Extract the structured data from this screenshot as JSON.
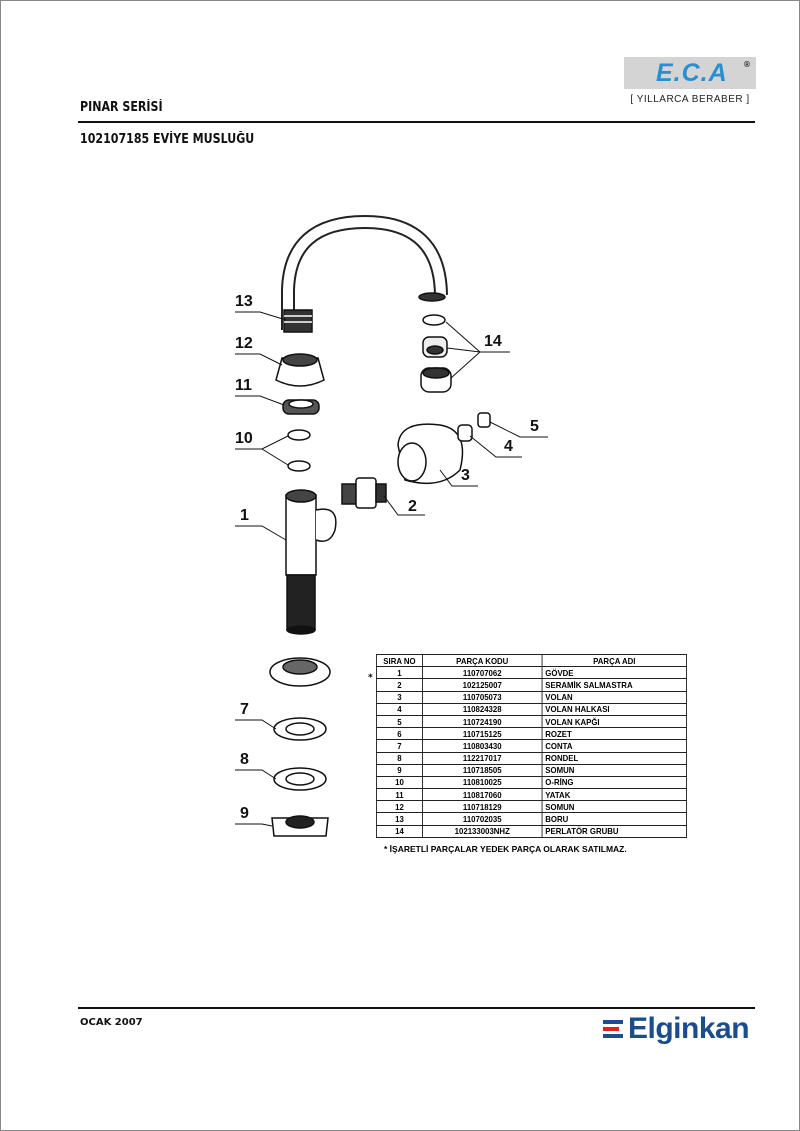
{
  "header": {
    "series": "PINAR SERİSİ",
    "title": "102107185 EVİYE MUSLUĞU",
    "logo": "E.C.A",
    "logo_slogan": "[ YILLARCA BERABER ]"
  },
  "callouts": [
    "1",
    "2",
    "3",
    "4",
    "5",
    "7",
    "8",
    "9",
    "10",
    "11",
    "12",
    "13",
    "14"
  ],
  "table": {
    "headers": [
      "SIRA NO",
      "PARÇA KODU",
      "PARÇA ADI"
    ],
    "marker": "*",
    "rows": [
      [
        "1",
        "110707062",
        "GÖVDE"
      ],
      [
        "2",
        "102125007",
        "SERAMİK SALMASTRA"
      ],
      [
        "3",
        "110705073",
        "VOLAN"
      ],
      [
        "4",
        "110824328",
        "VOLAN HALKASI"
      ],
      [
        "5",
        "110724190",
        "VOLAN KAPĞI"
      ],
      [
        "6",
        "110715125",
        "ROZET"
      ],
      [
        "7",
        "110803430",
        "CONTA"
      ],
      [
        "8",
        "112217017",
        "RONDEL"
      ],
      [
        "9",
        "110718505",
        "SOMUN"
      ],
      [
        "10",
        "110810025",
        "O-RİNG"
      ],
      [
        "11",
        "110817060",
        "YATAK"
      ],
      [
        "12",
        "110718129",
        "SOMUN"
      ],
      [
        "13",
        "110702035",
        "BORU"
      ],
      [
        "14",
        "102133003NHZ",
        "PERLATÖR GRUBU"
      ]
    ],
    "note": "* İŞARETLİ PARÇALAR YEDEK PARÇA OLARAK SATILMAZ."
  },
  "footer": {
    "date": "OCAK 2007",
    "brand": "Elginkan"
  }
}
